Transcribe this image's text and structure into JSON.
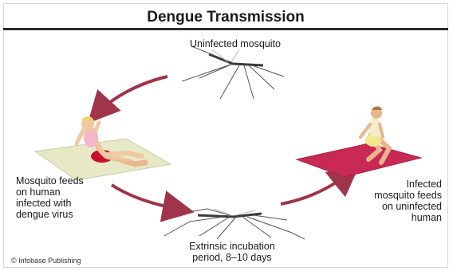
{
  "title": "Dengue Transmission",
  "labels": {
    "top": "Uninfected mosquito",
    "left": [
      "Mosquito feeds",
      "on human",
      "infected with",
      "dengue virus"
    ],
    "right": [
      "Infected",
      "mosquito feeds",
      "on uninfected",
      "human"
    ],
    "bottom": [
      "Extrinsic incubation",
      "period, 8–10 days"
    ]
  },
  "credit": "© Infobase Publishing",
  "colors": {
    "arrow": "#a0344a",
    "mat_left": "#e6e8c6",
    "mat_right": "#c82a55"
  }
}
